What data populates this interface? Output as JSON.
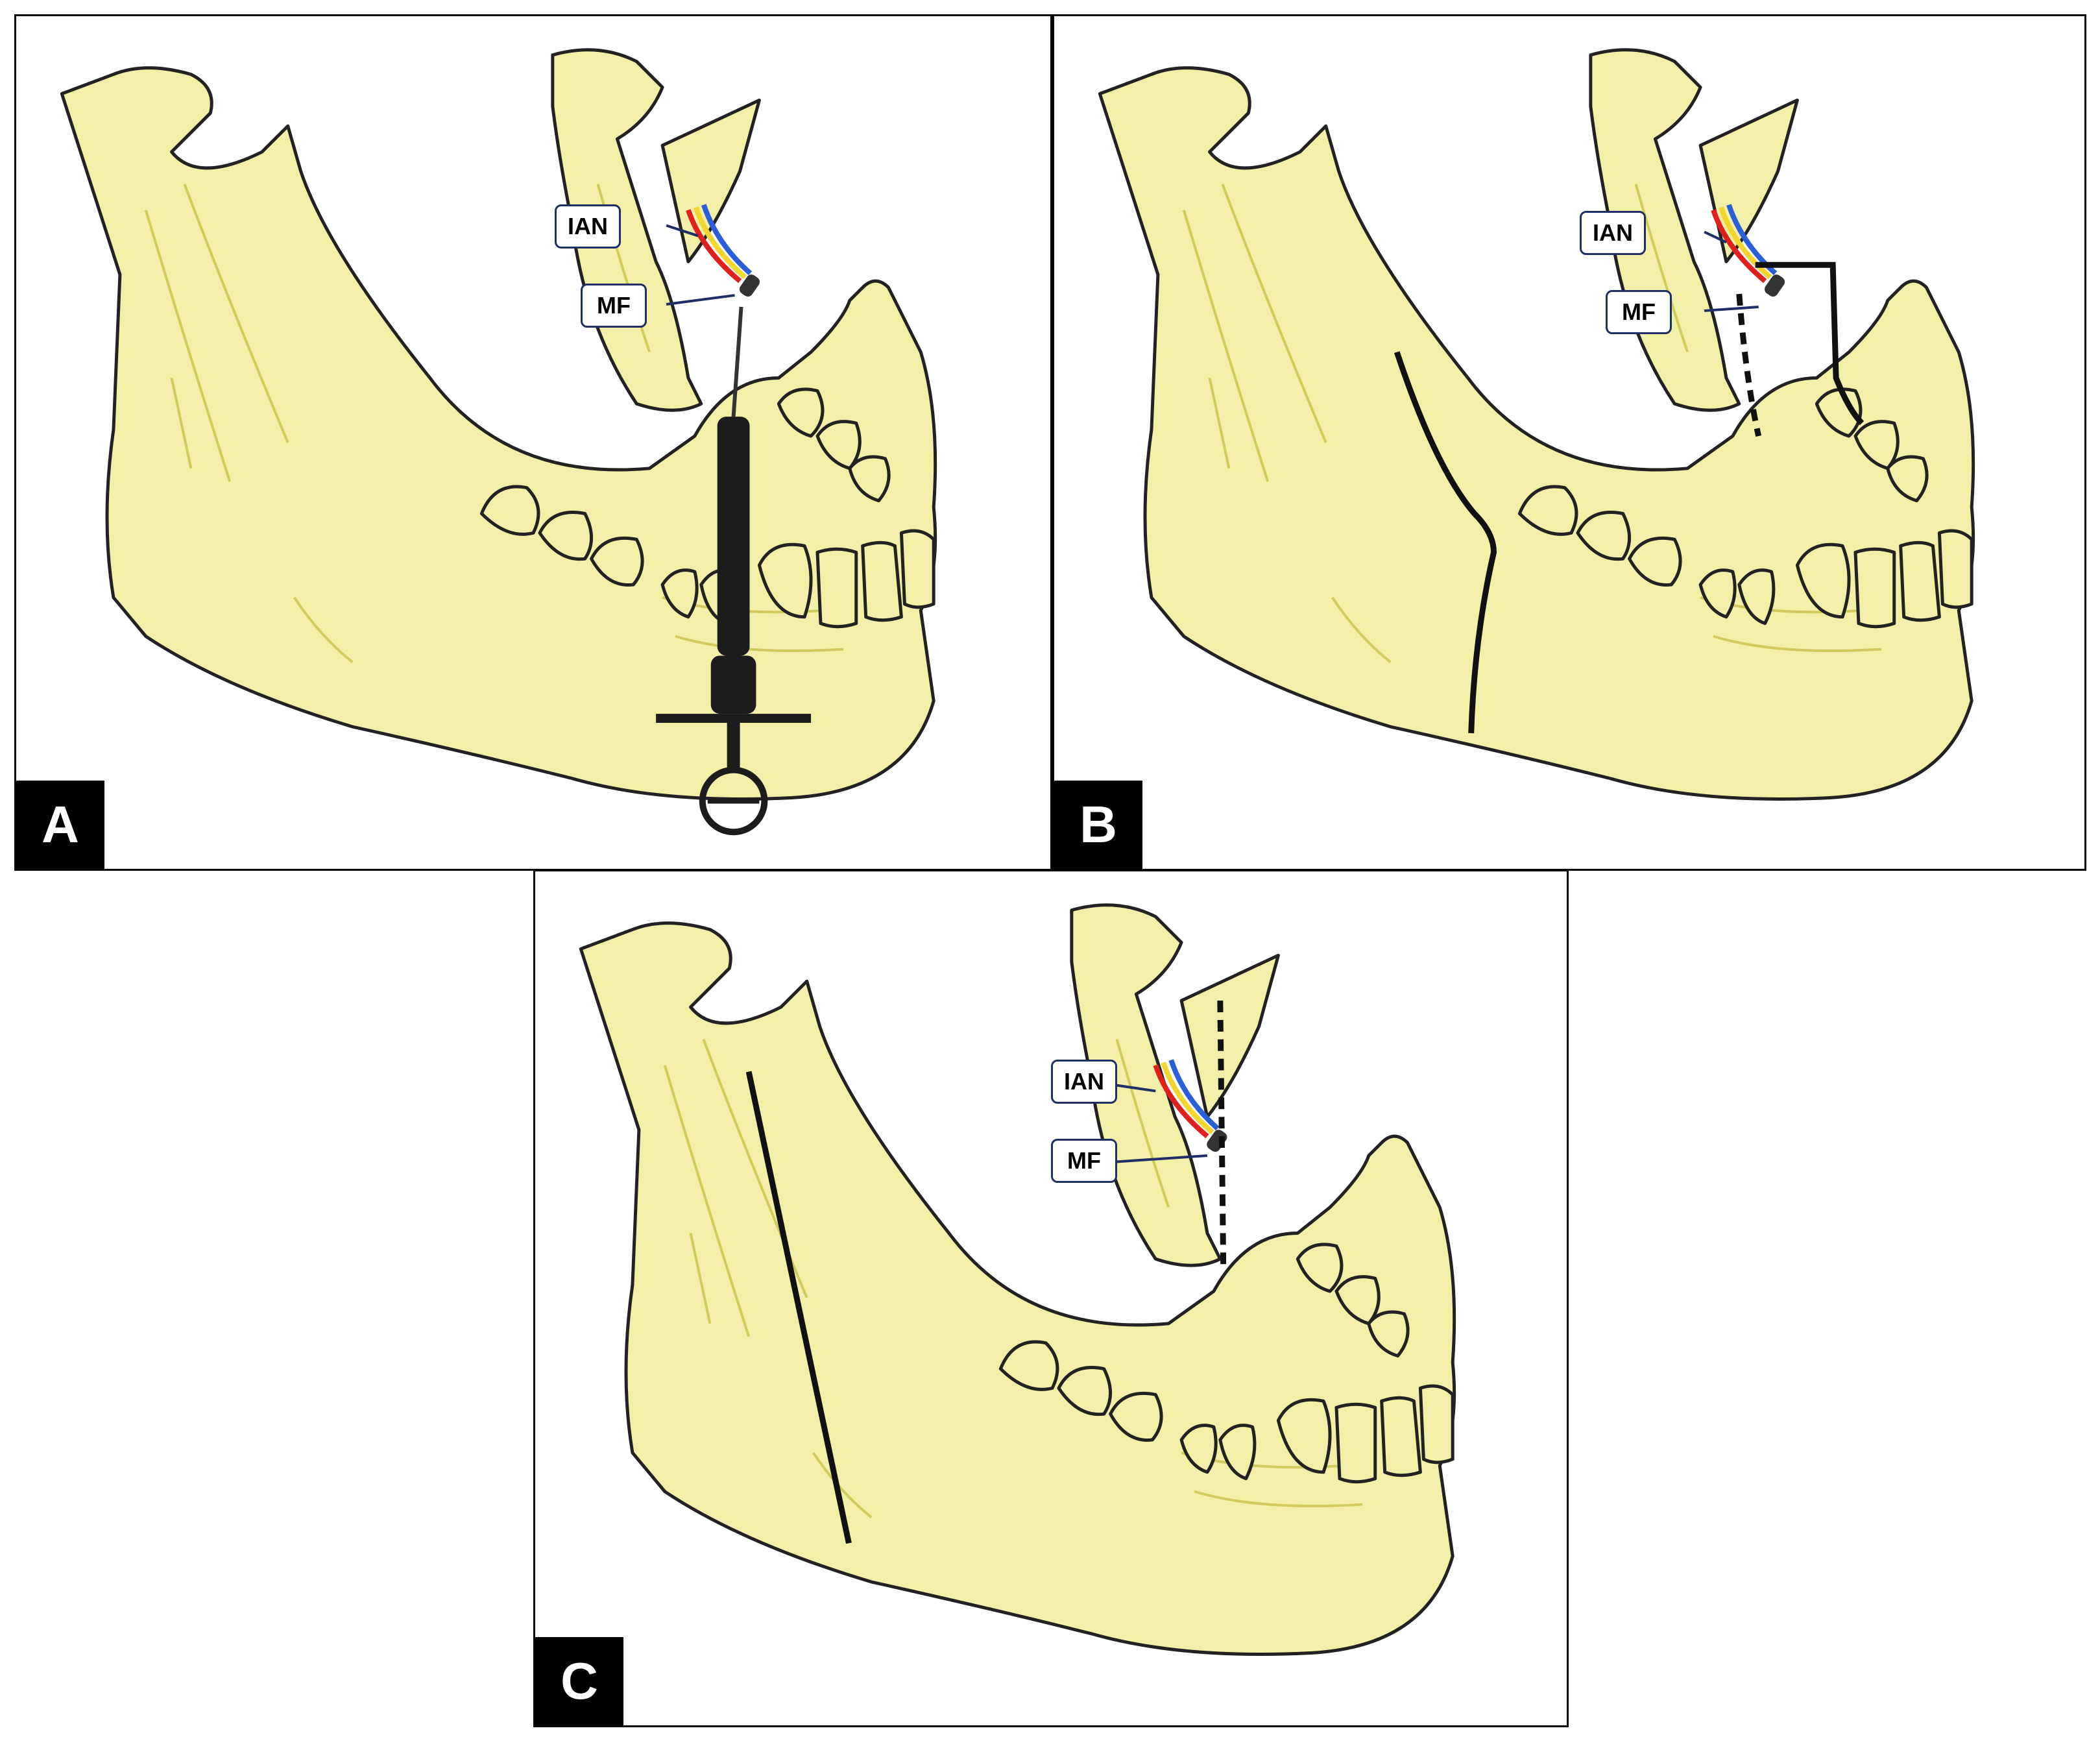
{
  "panels": [
    {
      "letter": "A",
      "labels": {
        "ian": "IAN",
        "mf": "MF"
      }
    },
    {
      "letter": "B",
      "labels": {
        "ian": "IAN",
        "mf": "MF"
      }
    },
    {
      "letter": "C",
      "labels": {
        "ian": "IAN",
        "mf": "MF"
      }
    }
  ],
  "colors": {
    "bone": "#f4efa8",
    "bone_shade": "#d8d064",
    "outline": "#222222",
    "nerve": "#f2d630",
    "artery": "#e0201c",
    "vein": "#2a5fd8",
    "callout_border": "#1f2f66"
  }
}
